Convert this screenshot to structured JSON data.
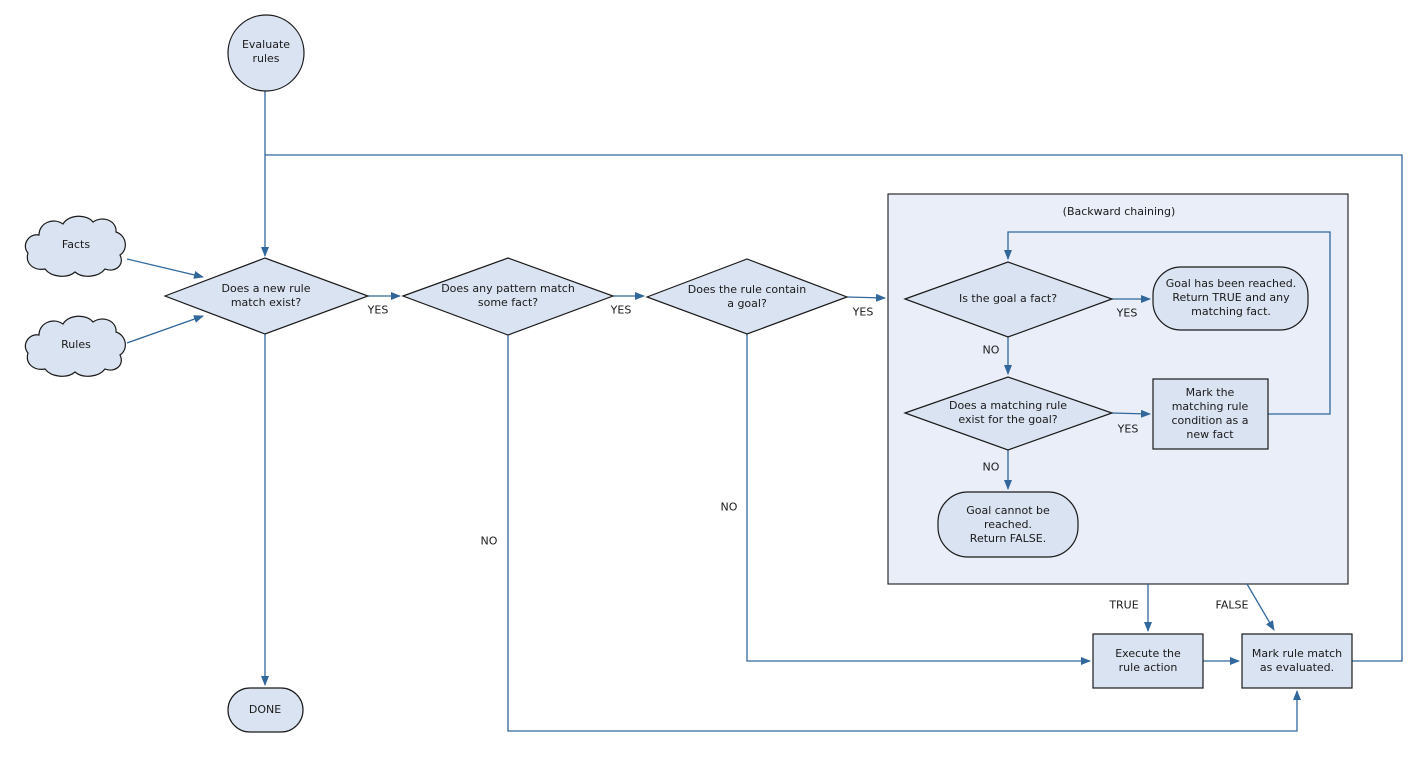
{
  "diagram": {
    "container_title": "(Backward chaining)",
    "nodes": {
      "start": "Evaluate\nrules",
      "facts": "Facts",
      "rules": "Rules",
      "new_rule_match": "Does a new rule\nmatch exist?",
      "pattern_match": "Does any pattern match\nsome fact?",
      "rule_contains_goal": "Does the rule contain\na goal?",
      "goal_is_fact": "Is the goal a fact?",
      "goal_reached": "Goal has been reached.\nReturn TRUE and any\nmatching fact.",
      "matching_rule_exists": "Does a matching rule\nexist for the goal?",
      "mark_condition": "Mark the\nmatching rule\ncondition as a\nnew fact",
      "goal_not_reached": "Goal cannot be\nreached.\nReturn FALSE.",
      "execute_action": "Execute the\nrule action",
      "mark_evaluated": "Mark rule match\nas evaluated.",
      "done": "DONE"
    },
    "edge_labels": {
      "new_rule_yes": "YES",
      "pattern_yes": "YES",
      "goal_yes": "YES",
      "fact_yes": "YES",
      "fact_no": "NO",
      "matching_yes": "YES",
      "matching_no": "NO",
      "goal_no": "NO",
      "pattern_no": "NO",
      "true_label": "TRUE",
      "false_label": "FALSE"
    },
    "colors": {
      "shape_fill": "#dae3f1",
      "container_fill": "#e9eef8",
      "shape_border": "#1a1a1a",
      "connector": "#31679b"
    }
  }
}
